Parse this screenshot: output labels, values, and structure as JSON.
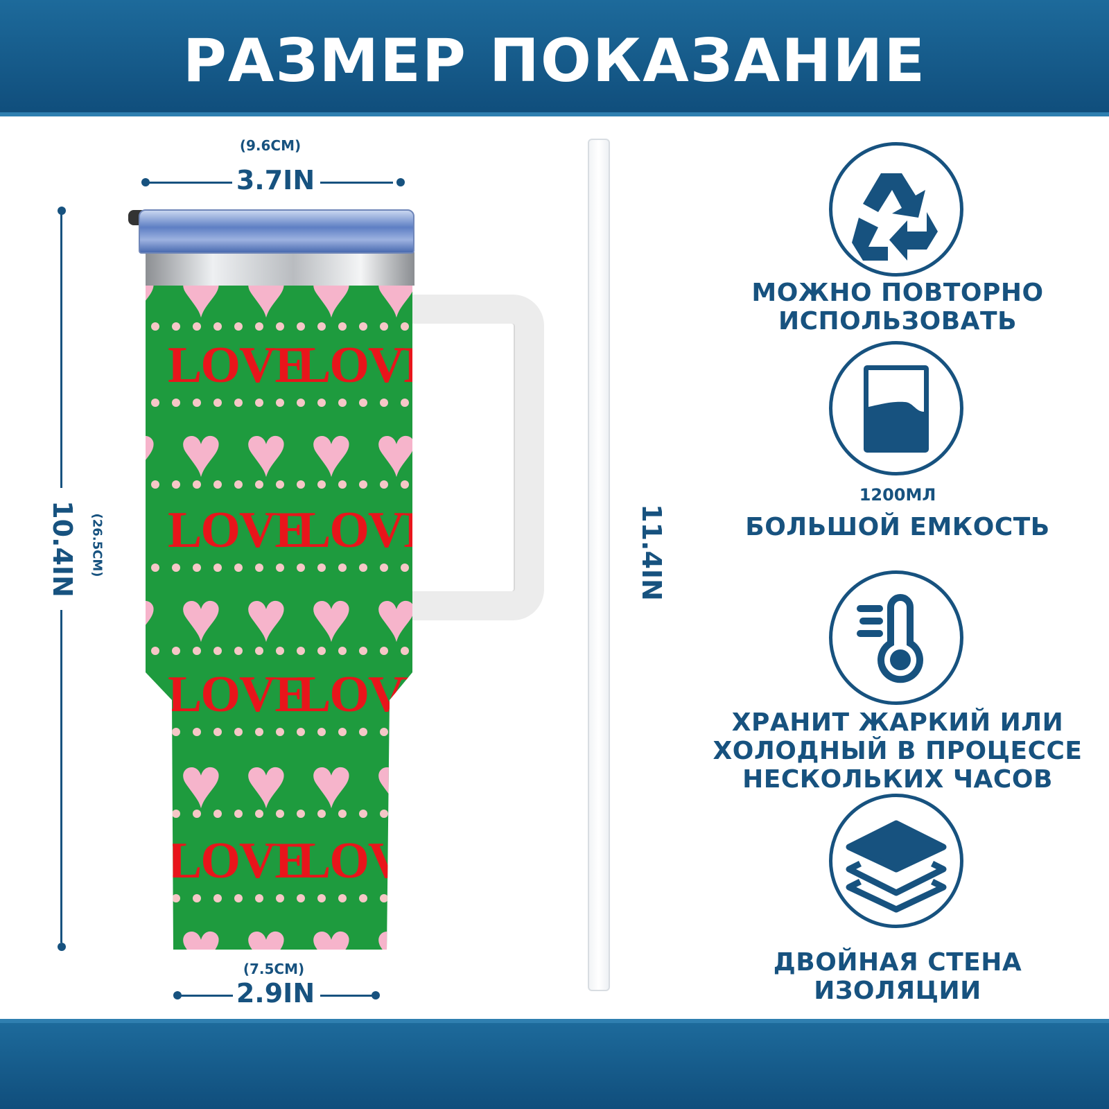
{
  "header": {
    "title": "РАЗМЕР ПОКАЗАНИЕ"
  },
  "dimensions": {
    "top_width_in": "3.7IN",
    "top_width_cm": "(9.6CM)",
    "height_in": "10.4IN",
    "height_cm": "(26.5CM)",
    "bottom_width_in": "2.9IN",
    "bottom_width_cm": "(7.5CM)",
    "straw_length_in": "11.4IN"
  },
  "product": {
    "print_text": "LOVE",
    "colors": {
      "body": "#1e9b3e",
      "heart": "#f6b4cb",
      "text": "#e8151b"
    }
  },
  "features": [
    {
      "icon": "recycle-icon",
      "label": "МОЖНО ПОВТОРНО ИСПОЛЬЗОВАТЬ"
    },
    {
      "icon": "cup-capacity-icon",
      "sublabel": "1200МЛ",
      "label": "БОЛЬШОЙ ЕМКОСТЬ"
    },
    {
      "icon": "thermometer-icon",
      "label": "ХРАНИТ ЖАРКИЙ ИЛИ ХОЛОДНЫЙ В ПРОЦЕССЕ НЕСКОЛЬКИХ ЧАСОВ"
    },
    {
      "icon": "layers-icon",
      "label": "ДВОЙНАЯ СТЕНА ИЗОЛЯЦИИ"
    }
  ],
  "theme": {
    "accent": "#17527f"
  }
}
